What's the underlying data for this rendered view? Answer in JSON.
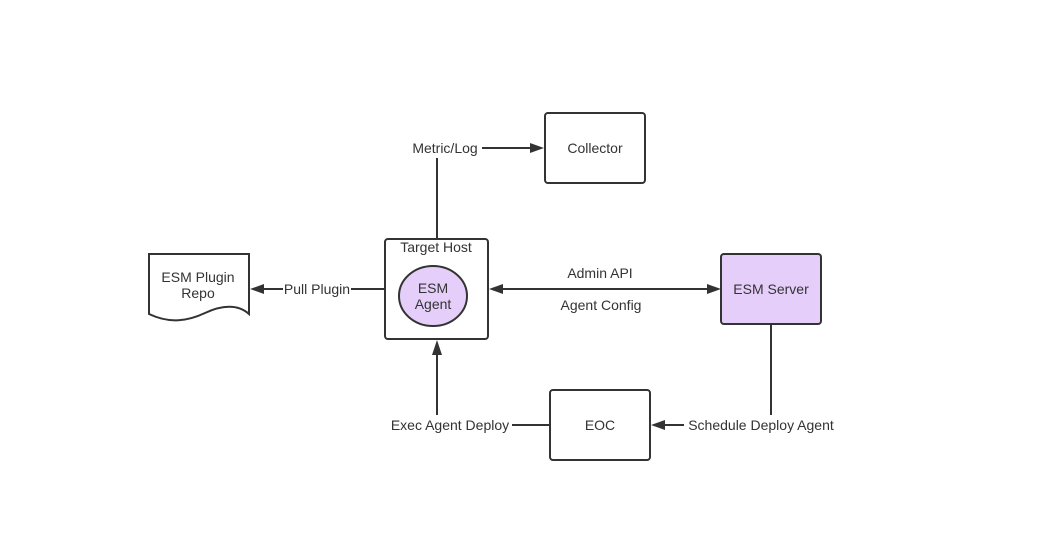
{
  "nodes": {
    "collector": "Collector",
    "target_host": "Target Host",
    "esm_agent": [
      "ESM",
      "Agent"
    ],
    "esm_server": "ESM Server",
    "plugin_repo": [
      "ESM Plugin",
      "Repo"
    ],
    "eoc": "EOC"
  },
  "edges": {
    "metric_log": "Metric/Log",
    "pull_plugin": "Pull Plugin",
    "admin_api": "Admin API",
    "agent_config": "Agent Config",
    "exec_agent_deploy": "Exec Agent Deploy",
    "schedule_deploy_agent": "Schedule Deploy Agent"
  },
  "colors": {
    "stroke": "#333333",
    "accent_fill": "#e5cffa",
    "background": "#ffffff"
  }
}
